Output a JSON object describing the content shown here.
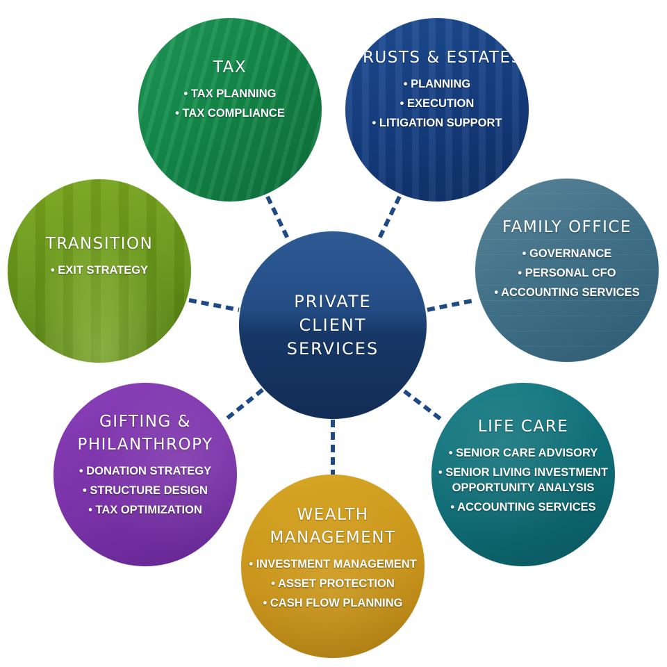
{
  "center": {
    "title": "PRIVATE\nCLIENT\nSERVICES"
  },
  "tax": {
    "title": "TAX",
    "items": [
      "TAX PLANNING",
      "TAX COMPLIANCE"
    ]
  },
  "trusts": {
    "title": "TRUSTS & ESTATES",
    "items": [
      "PLANNING",
      "EXECUTION",
      "LITIGATION SUPPORT"
    ]
  },
  "family_office": {
    "title": "FAMILY OFFICE",
    "items": [
      "GOVERNANCE",
      "PERSONAL CFO",
      "ACCOUNTING SERVICES"
    ]
  },
  "life_care": {
    "title": "LIFE CARE",
    "items": [
      "SENIOR CARE ADVISORY",
      "SENIOR LIVING INVESTMENT\nOPPORTUNITY ANALYSIS",
      "ACCOUNTING SERVICES"
    ]
  },
  "wealth": {
    "title": "WEALTH\nMANAGEMENT",
    "items": [
      "INVESTMENT MANAGEMENT",
      "ASSET PROTECTION",
      "CASH FLOW PLANNING"
    ]
  },
  "gifting": {
    "title": "GIFTING &\nPHILANTHROPY",
    "items": [
      "DONATION STRATEGY",
      "STRUCTURE DESIGN",
      "TAX OPTIMIZATION"
    ]
  },
  "transition": {
    "title": "TRANSITION",
    "items": [
      "EXIT STRATEGY"
    ]
  },
  "colors": {
    "center": "#1f4a86",
    "tax": "#168c4c",
    "trusts": "#163f82",
    "family_office": "#3f6f86",
    "life_care": "#0f6b74",
    "wealth": "#c7921a",
    "gifting": "#7a32a8",
    "transition": "#659418",
    "connector": "#1f4a86"
  }
}
